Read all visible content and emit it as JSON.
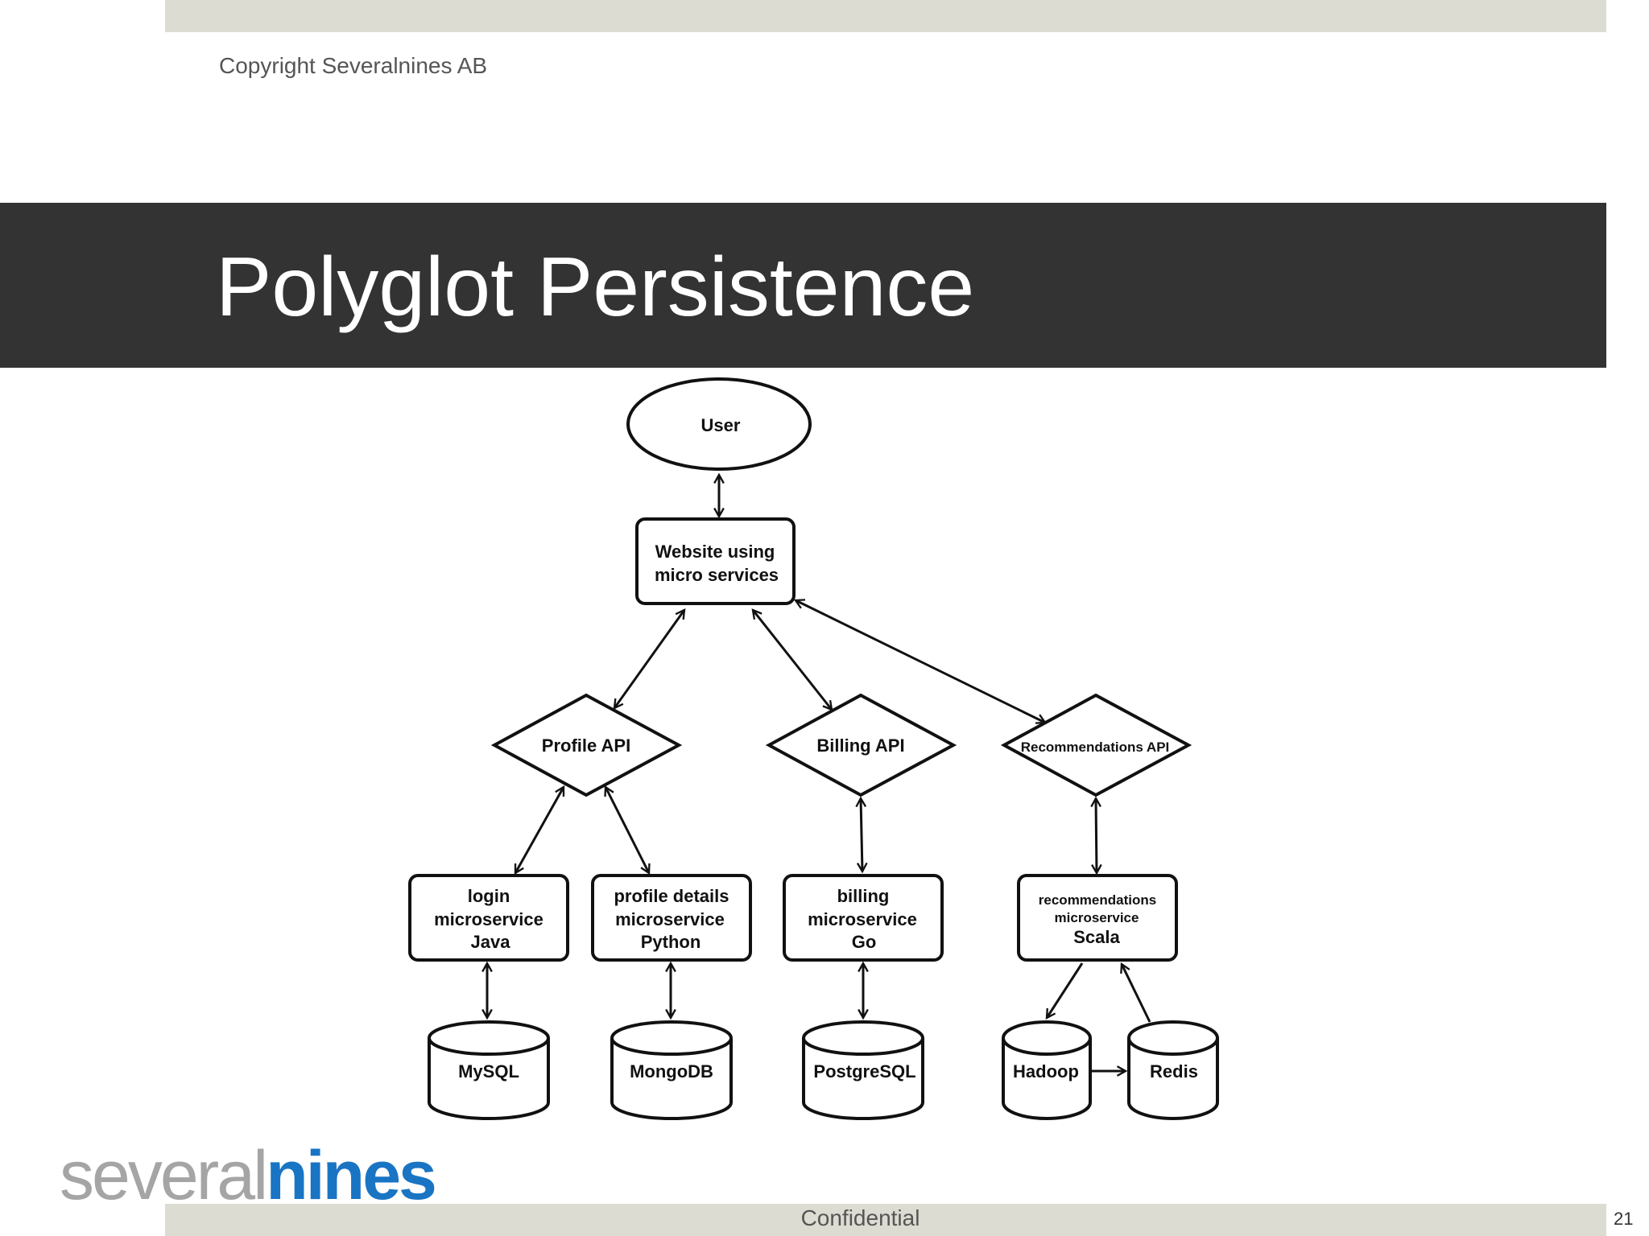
{
  "header": {
    "copyright": "Copyright Severalnines AB"
  },
  "slide": {
    "title": "Polyglot Persistence"
  },
  "diagram": {
    "user": "User",
    "website": [
      "Website using",
      "micro services"
    ],
    "profile_api": "Profile API",
    "billing_api": "Billing API",
    "recommendations_api": "Recommendations API",
    "login_service": [
      "login",
      "microservice",
      "Java"
    ],
    "profile_service": [
      "profile details",
      "microservice",
      "Python"
    ],
    "billing_service": [
      "billing",
      "microservice",
      "Go"
    ],
    "recommendations_service": [
      "recommendations",
      "microservice",
      "Scala"
    ],
    "mysql": "MySQL",
    "mongodb": "MongoDB",
    "postgresql": "PostgreSQL",
    "hadoop": "Hadoop",
    "redis": "Redis"
  },
  "footer": {
    "confidential": "Confidential",
    "page_number": "21"
  },
  "logo": {
    "part1": "several",
    "part2": "nines",
    "color1": "#a5a5a5",
    "color2": "#1a74c4"
  },
  "colors": {
    "title_band": "#333333",
    "accent_bar": "#dcdcd2"
  }
}
